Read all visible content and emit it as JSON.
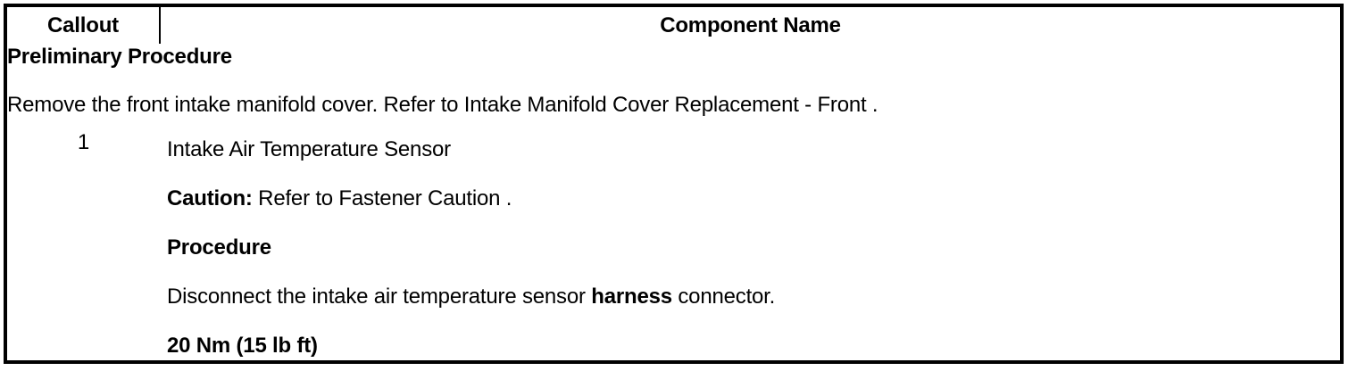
{
  "table": {
    "columns": [
      {
        "key": "callout",
        "header": "Callout"
      },
      {
        "key": "component",
        "header": "Component Name"
      }
    ],
    "preliminary": {
      "title": "Preliminary Procedure",
      "body": "Remove the front intake manifold cover. Refer to Intake Manifold Cover Replacement - Front ."
    },
    "rows": [
      {
        "callout": "1",
        "lines": {
          "component_name": "Intake Air Temperature Sensor",
          "caution_label": "Caution:",
          "caution_text": " Refer to Fastener Caution .",
          "procedure_heading": "Procedure",
          "step_text_pre": "Disconnect the intake air temperature sensor ",
          "step_text_emphasis": "harness",
          "step_text_post": " connector.",
          "torque_spec": "20 Nm (15 lb ft)"
        }
      }
    ]
  },
  "colors": {
    "border": "#000000",
    "text": "#000000",
    "background": "#ffffff"
  }
}
